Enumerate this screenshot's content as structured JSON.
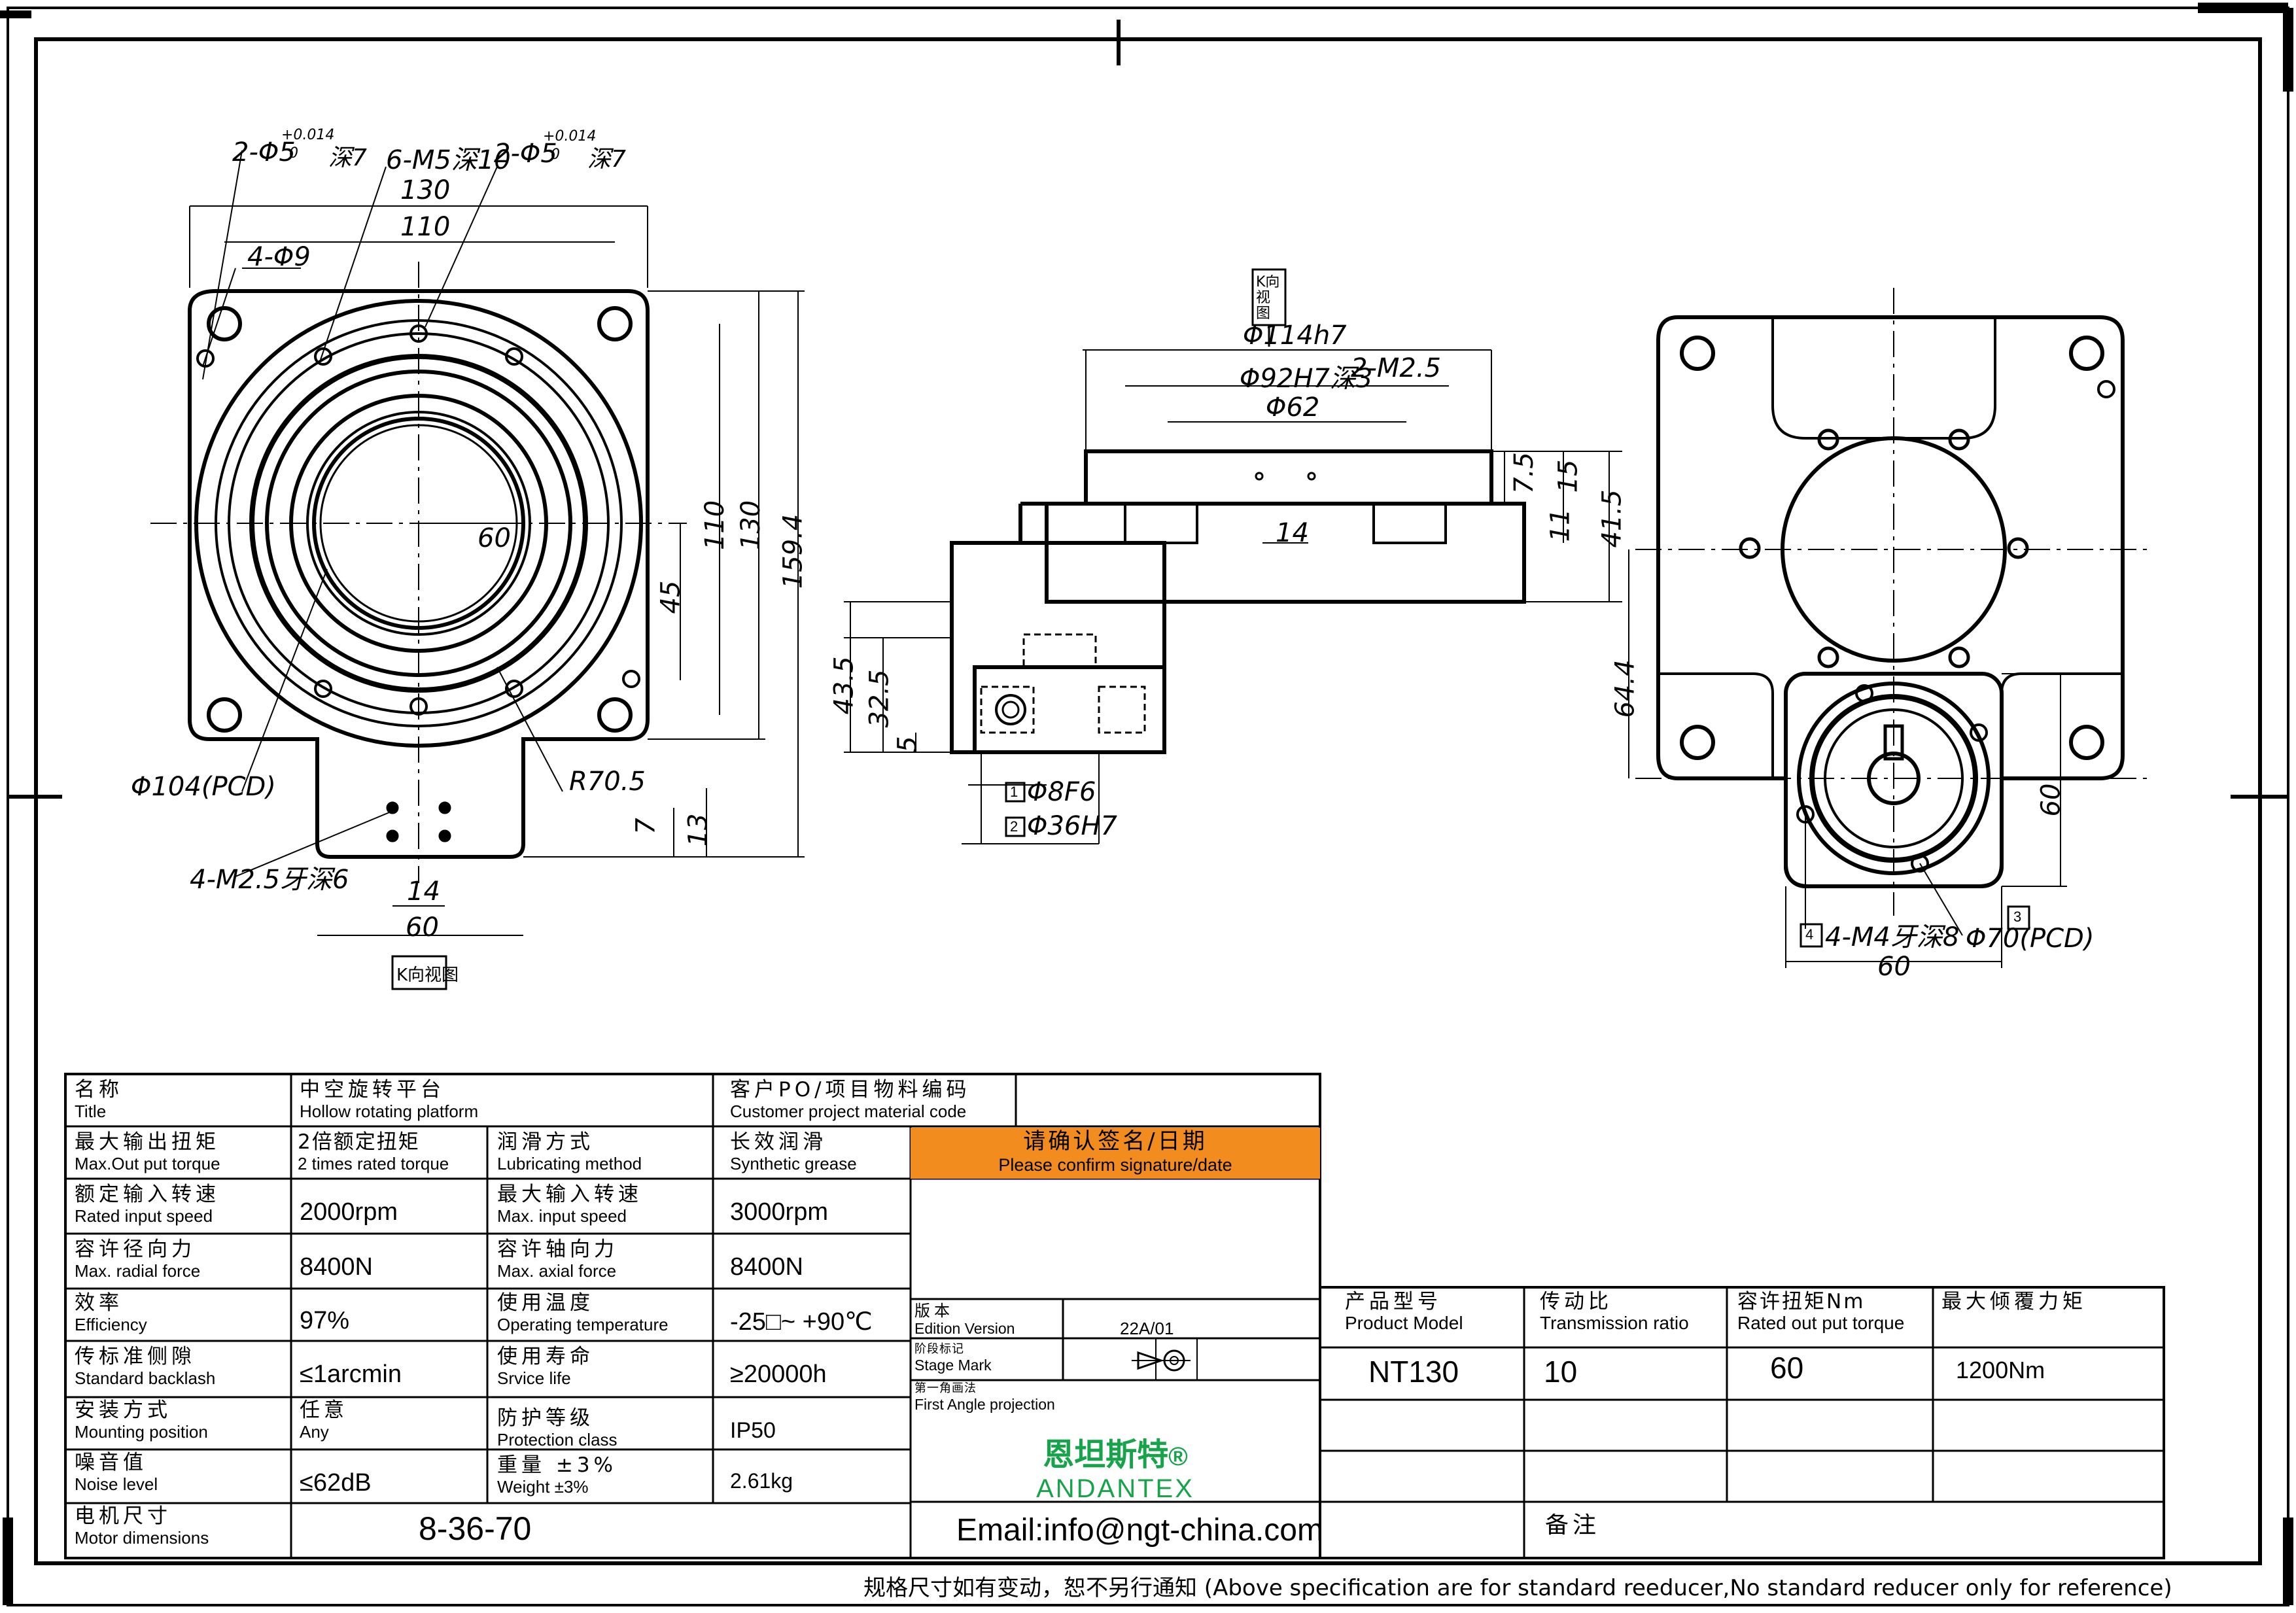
{
  "drawing": {
    "top_view": {
      "dim_hole_a": "2-Φ5",
      "dim_hole_a_tol": "+0.014",
      "dim_hole_a_tol_low": "0",
      "dim_hole_a_depth": "深7",
      "dim_m5": "6-M5深10",
      "dim_hole_b": "2-Φ5",
      "dim_hole_b_tol": "+0.014",
      "dim_hole_b_tol_low": "0",
      "dim_hole_b_depth": "深7",
      "dim_130_top": "130",
      "dim_110_top": "110",
      "dim_4phi9": "4-Φ9",
      "dim_60_inner": "60",
      "dim_45": "45",
      "dim_110_right": "110",
      "dim_130_right": "130",
      "dim_159": "159.4",
      "dim_pcd104": "Φ104(PCD)",
      "dim_r705": "R70.5",
      "dim_7": "7",
      "dim_13": "13",
      "dim_m25": "4-M2.5牙深6",
      "dim_14": "14",
      "dim_60_bottom": "60",
      "view_label": "K向视图"
    },
    "side_view": {
      "view_label": "K向视图",
      "dim_114": "Φ114h7",
      "dim_92": "Φ92H7深3",
      "dim_m25": "2-M2.5",
      "dim_62": "Φ62",
      "dim_75": "7.5",
      "dim_15": "15",
      "dim_11": "11",
      "dim_415": "41.5",
      "dim_14": "14",
      "dim_435": "43.5",
      "dim_325": "32.5",
      "dim_5": "5",
      "dim_8f6_marker": "1",
      "dim_8f6": "Φ8F6",
      "dim_36h7_marker": "2",
      "dim_36h7": "Φ36H7"
    },
    "right_view": {
      "dim_644": "64.4",
      "dim_60_right": "60",
      "dim_m4_marker": "4",
      "dim_m4": "4-M4牙深8",
      "dim_pcd70_marker": "3",
      "dim_pcd70": "Φ70(PCD)",
      "dim_60_bottom": "60"
    }
  },
  "spec_table": {
    "title_zh": "名称",
    "title_en": "Title",
    "product_zh": "中空旋转平台",
    "product_en": "Hollow rotating platform",
    "customer_zh": "客户PO/项目物料编码",
    "customer_en": "Customer project material code",
    "max_torque_zh": "最大输出扭矩",
    "max_torque_en": "Max.Out put torque",
    "max_torque_zh2": "2倍额定扭矩",
    "max_torque_val": "2 times rated torque",
    "lub_zh": "润滑方式",
    "lub_en": "Lubricating method",
    "lub_val_zh": "长效润滑",
    "lub_val_en": "Synthetic grease",
    "confirm_zh": "请确认签名/日期",
    "confirm_en": "Please confirm signature/date",
    "rated_speed_zh": "额定输入转速",
    "rated_speed_en": "Rated input speed",
    "rated_speed_val": "2000rpm",
    "max_speed_zh": "最大输入转速",
    "max_speed_en": "Max. input speed",
    "max_speed_val": "3000rpm",
    "radial_zh": "容许径向力",
    "radial_en": "Max. radial force",
    "radial_val": "8400N",
    "axial_zh": "容许轴向力",
    "axial_en": "Max. axial force",
    "axial_val": "8400N",
    "eff_zh": "效率",
    "eff_en": "Efficiency",
    "eff_val": "97%",
    "temp_zh": "使用温度",
    "temp_en": "Operating temperature",
    "temp_val": "-25□~ +90℃",
    "backlash_zh": "传标准侧隙",
    "backlash_en": "Standard backlash",
    "backlash_val": "≤1arcmin",
    "life_zh": "使用寿命",
    "life_en": "Srvice life",
    "life_val": "≥20000h",
    "mount_zh": "安装方式",
    "mount_en": "Mounting position",
    "mount_val_zh": "任意",
    "mount_val_en": "Any",
    "prot_zh": "防护等级",
    "prot_en": "Protection class",
    "prot_val": "IP50",
    "noise_zh": "噪音值",
    "noise_en": "Noise level",
    "noise_val": "≤62dB",
    "weight_zh": "重量 ±3%",
    "weight_en": "Weight ±3%",
    "weight_val": "2.61kg",
    "motor_zh": "电机尺寸",
    "motor_en": "Motor dimensions",
    "motor_val": "8-36-70",
    "edition_zh": "版本",
    "edition_en": "Edition Version",
    "edition_val": "22A/01",
    "stage_zh": "阶段标记",
    "stage_en": "Stage Mark",
    "proj_zh": "第一角画法",
    "proj_en": "First Angle projection",
    "brand_zh": "恩坦斯特",
    "brand_mark": "®",
    "brand_en": "ANDANTEX",
    "email": "Email:info@ngt-china.com",
    "model_zh": "产品型号",
    "model_en": "Product Model",
    "model_val": "NT130",
    "ratio_zh": "传动比",
    "ratio_en": "Transmission ratio",
    "ratio_val": "10",
    "rated_out_zh": "容许扭矩Nm",
    "rated_out_en": "Rated out put torque",
    "rated_out_val": "60",
    "tilt_zh": "最大倾覆力矩",
    "tilt_val": "1200Nm",
    "remark_zh": "备注",
    "footer": "规格尺寸如有变动，恕不另行通知 (Above specification are for standard reeducer,No standard reducer only for reference)"
  },
  "colors": {
    "confirm_bg": "#f28c1e",
    "line": "#000000",
    "brand": "#17a34a"
  }
}
